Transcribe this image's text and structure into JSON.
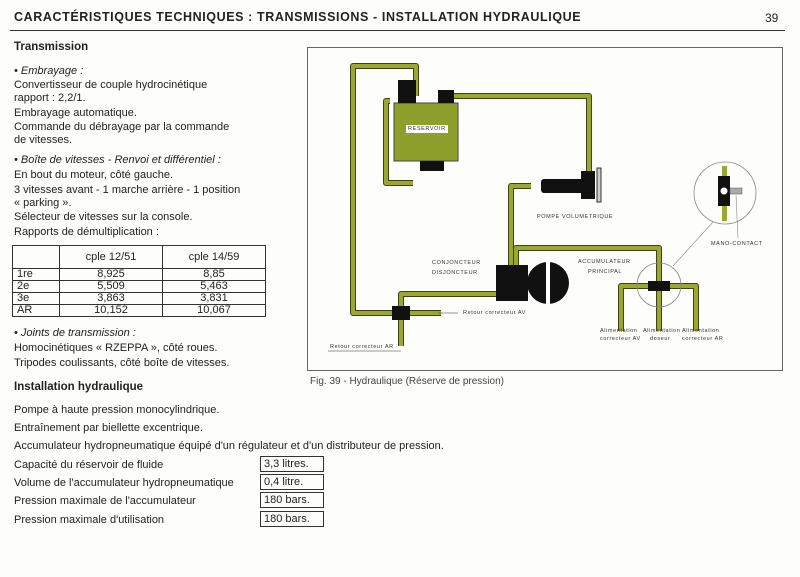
{
  "header": {
    "title": "CARACTÉRISTIQUES TECHNIQUES : TRANSMISSIONS - INSTALLATION HYDRAULIQUE",
    "page_number": "39"
  },
  "transmission": {
    "heading": "Transmission",
    "embrayage": {
      "title": "• Embrayage :",
      "lines": [
        "Convertisseur de couple hydrocinétique",
        "rapport : 2,2/1.",
        "Embrayage automatique.",
        "Commande du débrayage par la commande",
        "de vitesses."
      ]
    },
    "boite": {
      "title": "• Boîte de vitesses - Renvoi et différentiel :",
      "lines": [
        "En bout du moteur, côté gauche.",
        "3 vitesses avant - 1 marche arrière - 1 position",
        "« parking ».",
        "Sélecteur de vitesses sur la console.",
        "Rapports de démultiplication :"
      ]
    },
    "ratios": {
      "headers": [
        "",
        "cple 12/51",
        "cple 14/59"
      ],
      "rows": [
        [
          "1re",
          "8,925",
          "8,85"
        ],
        [
          "2e",
          "5,509",
          "5,463"
        ],
        [
          "3e",
          "3,863",
          "3,831"
        ],
        [
          "AR",
          "10,152",
          "10,067"
        ]
      ]
    },
    "joints": {
      "title": "• Joints de transmission :",
      "lines": [
        "Homocinétiques « RZEPPA », côté roues.",
        "Tripodes coulissants, côté boîte de vitesses."
      ]
    }
  },
  "hydraulique": {
    "heading": "Installation hydraulique",
    "lines": [
      "Pompe à haute pression monocylindrique.",
      "Entraînement par biellette excentrique.",
      "Accumulateur hydropneumatique équipé d'un régulateur et d'un distributeur de pression."
    ],
    "specs": [
      {
        "label": "Capacité du réservoir de fluide",
        "value": "3,3 litres."
      },
      {
        "label": "Volume de l'accumulateur hydropneumatique",
        "value": "0,4 litre."
      },
      {
        "label": "Pression maximale de l'accumulateur",
        "value": "180 bars."
      },
      {
        "label": "Pression maximale d'utilisation",
        "value": "180 bars."
      }
    ]
  },
  "figure": {
    "caption": "Fig. 39 - Hydraulique  (Réserve de pression)",
    "labels": {
      "reservoir": "RESERVOIR",
      "pompe": "POMPE VOLUMETRIQUE",
      "mano": "MANO-CONTACT",
      "conj1": "CONJONCTEUR",
      "conj2": "DISJONCTEUR",
      "acc1": "ACCUMULATEUR",
      "acc2": "PRINCIPAL",
      "retour_av": "Retour correcteur AV",
      "retour_ar": "Retour correcteur AR",
      "alim_av1": "Alimentation",
      "alim_av2": "correcteur AV",
      "alim_dos1": "Alimentation",
      "alim_dos2": "doseur",
      "alim_ar1": "Alimentation",
      "alim_ar2": "correcteur AR"
    },
    "pipe_color": "#9aa830",
    "reservoir_color": "#8e9f2c"
  }
}
